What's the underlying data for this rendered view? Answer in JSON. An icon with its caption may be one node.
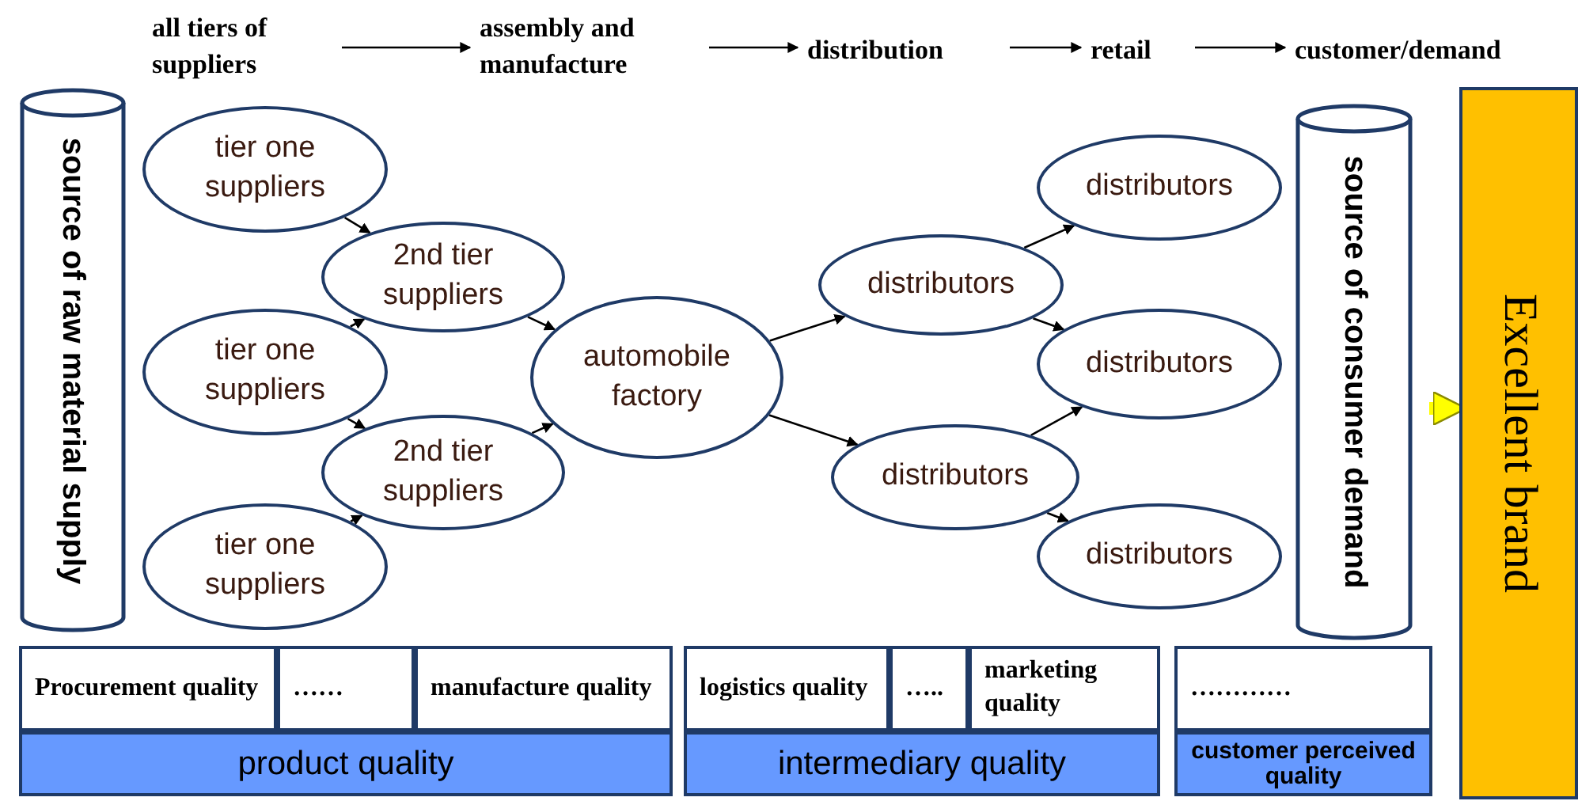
{
  "diagram": {
    "nodes": [
      {
        "text": [
          "all tiers of suppliers"
        ]
      },
      {
        "text": [
          "assembly and manufacture"
        ]
      },
      {
        "text": [
          "distribution"
        ]
      },
      {
        "text": [
          "retail"
        ]
      },
      {
        "text": [
          "customer/demand"
        ]
      },
      {
        "text": [
          "source of raw material supply"
        ]
      },
      {
        "text": [
          "tier one suppliers"
        ]
      },
      {
        "text": [
          "2nd tier suppliers"
        ]
      },
      {
        "text": [
          "tier one suppliers"
        ]
      },
      {
        "text": [
          "2nd tier suppliers"
        ]
      },
      {
        "text": [
          "tier one suppliers"
        ]
      },
      {
        "text": [
          "automobile factory"
        ]
      },
      {
        "text": [
          "distributors"
        ]
      },
      {
        "text": [
          "distributors"
        ]
      },
      {
        "text": [
          "distributors"
        ]
      },
      {
        "text": [
          "distributors"
        ]
      },
      {
        "text": [
          "distributors"
        ]
      },
      {
        "text": [
          "source of consumer demand"
        ]
      },
      {
        "text": [
          "Excellent brand"
        ]
      },
      {
        "text": [
          "Procurement quality"
        ]
      },
      {
        "text": [
          "……"
        ]
      },
      {
        "text": [
          "manufacture quality"
        ]
      },
      {
        "text": [
          "product quality"
        ]
      },
      {
        "text": [
          "logistics quality"
        ]
      },
      {
        "text": [
          "….."
        ]
      },
      {
        "text": [
          "marketing quality"
        ]
      },
      {
        "text": [
          "intermediary quality"
        ]
      },
      {
        "text": [
          "…………"
        ]
      },
      {
        "text": [
          "customer perceived quality"
        ]
      }
    ],
    "edges": [
      {
        "from": 0,
        "to": 1,
        "arrow": "to"
      },
      {
        "from": 1,
        "to": 2,
        "arrow": "to"
      },
      {
        "from": 2,
        "to": 3,
        "arrow": "to"
      },
      {
        "from": 3,
        "to": 4,
        "arrow": "to"
      },
      {
        "from": 6,
        "to": 7,
        "arrow": "to"
      },
      {
        "from": 8,
        "to": 7,
        "arrow": "to"
      },
      {
        "from": 8,
        "to": 9,
        "arrow": "to"
      },
      {
        "from": 10,
        "to": 9,
        "arrow": "to"
      },
      {
        "from": 7,
        "to": 11,
        "arrow": "to"
      },
      {
        "from": 9,
        "to": 11,
        "arrow": "to"
      },
      {
        "from": 11,
        "to": 12,
        "arrow": "to"
      },
      {
        "from": 11,
        "to": 13,
        "arrow": "to"
      },
      {
        "from": 12,
        "to": 14,
        "arrow": "to"
      },
      {
        "from": 12,
        "to": 15,
        "arrow": "to"
      },
      {
        "from": 13,
        "to": 15,
        "arrow": "to"
      },
      {
        "from": 13,
        "to": 16,
        "arrow": "to"
      },
      {
        "from": 17,
        "to": 18,
        "arrow": "to",
        "style": "thick",
        "color": "#ffff00"
      }
    ]
  }
}
